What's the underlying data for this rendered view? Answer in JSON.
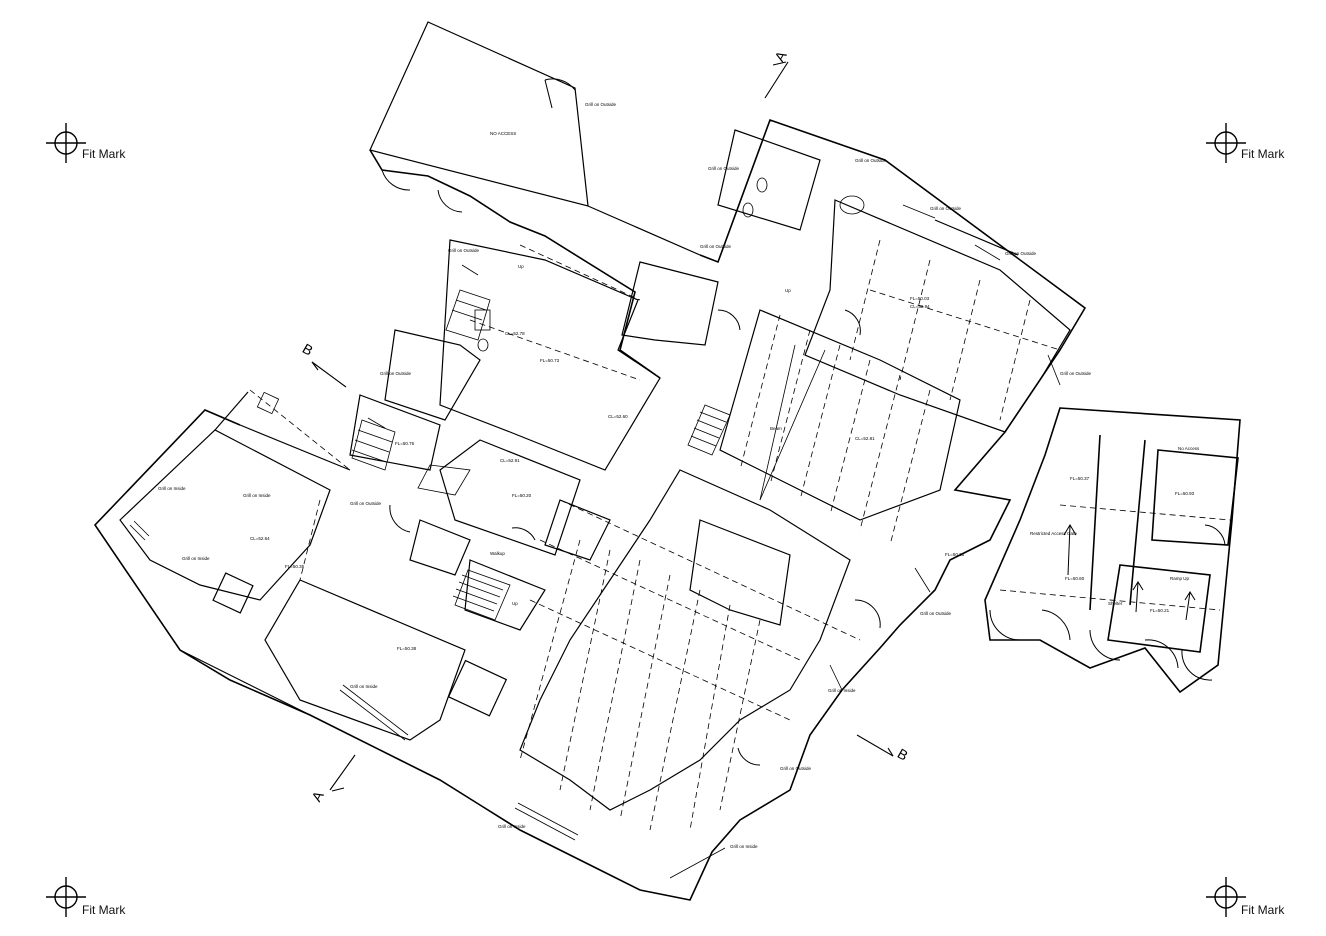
{
  "fit_mark_label": "Fit Mark",
  "section_markers": {
    "a": "A",
    "b": "B"
  },
  "notes": {
    "no_access": "NO ACCESS",
    "grill_outside": "Grill on Outside",
    "grill_inside": "Grill on Inside",
    "up": "Up",
    "ramp_up": "Ramp Up",
    "no_access_2": "No Access",
    "restricted": "Restricted Access Gate",
    "walkup": "Walkup",
    "shelter": "Shelter",
    "fl_a": "FL=50.73",
    "fl_b": "FL=50.35",
    "fl_c": "FL=50.38",
    "fl_d": "FL=50.37",
    "fl_e": "FL=50.03",
    "fl_f": "FL=50.60",
    "fl_g": "FL=50.21",
    "fl_h": "FL=50.76",
    "fl_i": "FL=50.20",
    "fl_j": "FL=50.93",
    "fl_k": "FL=50.23",
    "cl_a": "CL=52.94",
    "cl_b": "CL=52.91",
    "cl_c": "CL=52.60",
    "cl_d": "CL=52.78",
    "cl_e": "CL=52.64",
    "cl_f": "CL=52.81",
    "beam": "Beam"
  }
}
